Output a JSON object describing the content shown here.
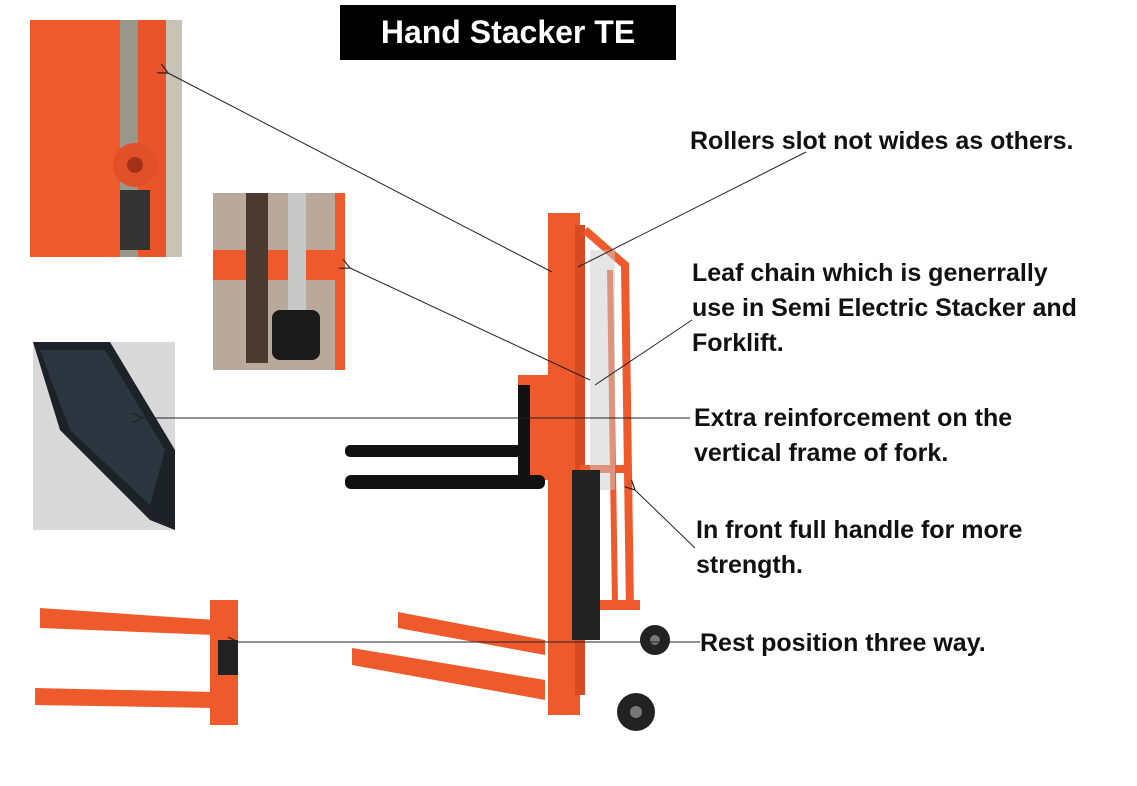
{
  "title": "Hand Stacker TE",
  "annotations": {
    "rollers": "Rollers slot not wides as others.",
    "leaf_chain": [
      "Leaf chain which is generrally",
      "use in Semi Electric Stacker and",
      "Forklift."
    ],
    "reinforcement": [
      "Extra reinforcement on the",
      "vertical frame of fork."
    ],
    "handle": [
      "In front full handle for more",
      "strength."
    ],
    "rest": "Rest position three way."
  },
  "colors": {
    "frame": "#f0522a",
    "fork": "#111111",
    "title_bg": "#000000"
  }
}
